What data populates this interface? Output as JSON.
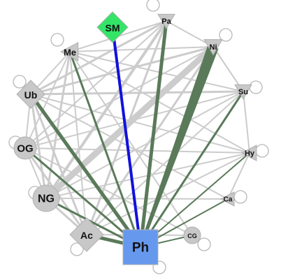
{
  "nodes": [
    {
      "id": "SM",
      "label": "SM",
      "shape": "diamond",
      "fill": "#33e566",
      "self_loop": false
    },
    {
      "id": "Pa",
      "label": "Pa",
      "shape": "triangle-down",
      "fill": "#c8c8c8",
      "self_loop": true
    },
    {
      "id": "Ni",
      "label": "Ni",
      "shape": "triangle-down",
      "fill": "#c8c8c8",
      "self_loop": true
    },
    {
      "id": "Me",
      "label": "Me",
      "shape": "triangle-left",
      "fill": "#c8c8c8",
      "self_loop": true
    },
    {
      "id": "Su",
      "label": "Su",
      "shape": "triangle-down",
      "fill": "#c8c8c8",
      "self_loop": true
    },
    {
      "id": "Ub",
      "label": "Ub",
      "shape": "diamond",
      "fill": "#c8c8c8",
      "self_loop": true
    },
    {
      "id": "OG",
      "label": "OG",
      "shape": "circle",
      "fill": "#c8c8c8",
      "self_loop": true
    },
    {
      "id": "Hy",
      "label": "Hy",
      "shape": "triangle-left",
      "fill": "#c8c8c8",
      "self_loop": true
    },
    {
      "id": "NG",
      "label": "NG",
      "shape": "circle",
      "fill": "#c8c8c8",
      "self_loop": true
    },
    {
      "id": "Ca",
      "label": "Ca",
      "shape": "triangle-left",
      "fill": "#c8c8c8",
      "self_loop": true
    },
    {
      "id": "Ac",
      "label": "Ac",
      "shape": "diamond",
      "fill": "#c8c8c8",
      "self_loop": true
    },
    {
      "id": "CG",
      "label": "CG",
      "shape": "circle",
      "fill": "#c8c8c8",
      "self_loop": true
    },
    {
      "id": "Ph",
      "label": "Ph",
      "shape": "square",
      "fill": "#6699ee",
      "self_loop": true
    }
  ],
  "edges_highlight": [
    {
      "from": "Ph",
      "to": "SM",
      "color": "#1111dd",
      "weight": 4
    },
    {
      "from": "Ph",
      "to": "Ni",
      "color": "#5a7a5a",
      "weight": 16
    },
    {
      "from": "Ph",
      "to": "Pa",
      "color": "#5a7a5a",
      "weight": 5
    },
    {
      "from": "Ph",
      "to": "Me",
      "color": "#5a7a5a",
      "weight": 3
    },
    {
      "from": "Ph",
      "to": "Su",
      "color": "#5a7a5a",
      "weight": 3
    },
    {
      "from": "Ph",
      "to": "Ub",
      "color": "#5a7a5a",
      "weight": 5
    },
    {
      "from": "Ph",
      "to": "OG",
      "color": "#5a7a5a",
      "weight": 3
    },
    {
      "from": "Ph",
      "to": "Hy",
      "color": "#5a7a5a",
      "weight": 2
    },
    {
      "from": "Ph",
      "to": "NG",
      "color": "#5a7a5a",
      "weight": 3
    },
    {
      "from": "Ph",
      "to": "Ca",
      "color": "#5a7a5a",
      "weight": 2
    },
    {
      "from": "Ph",
      "to": "Ac",
      "color": "#5a7a5a",
      "weight": 5
    },
    {
      "from": "Ph",
      "to": "CG",
      "color": "#5a7a5a",
      "weight": 2
    }
  ],
  "edges_background": [
    {
      "from": "Ni",
      "to": "NG",
      "weight": 9
    },
    {
      "from": "Ni",
      "to": "Me",
      "weight": 2
    },
    {
      "from": "Ni",
      "to": "Ub",
      "weight": 3
    },
    {
      "from": "Ni",
      "to": "OG",
      "weight": 2
    },
    {
      "from": "Ni",
      "to": "Ac",
      "weight": 3
    },
    {
      "from": "Ni",
      "to": "Su",
      "weight": 2
    },
    {
      "from": "Pa",
      "to": "Me",
      "weight": 2
    },
    {
      "from": "Pa",
      "to": "Ub",
      "weight": 3
    },
    {
      "from": "Pa",
      "to": "OG",
      "weight": 2
    },
    {
      "from": "Pa",
      "to": "NG",
      "weight": 4
    },
    {
      "from": "Pa",
      "to": "Ac",
      "weight": 3
    },
    {
      "from": "Pa",
      "to": "Ni",
      "weight": 2
    },
    {
      "from": "Me",
      "to": "Su",
      "weight": 2
    },
    {
      "from": "Me",
      "to": "Hy",
      "weight": 2
    },
    {
      "from": "Me",
      "to": "Ub",
      "weight": 2
    },
    {
      "from": "Me",
      "to": "NG",
      "weight": 3
    },
    {
      "from": "Me",
      "to": "Ac",
      "weight": 2
    },
    {
      "from": "Me",
      "to": "OG",
      "weight": 2
    },
    {
      "from": "Me",
      "to": "CG",
      "weight": 2
    },
    {
      "from": "Ub",
      "to": "Su",
      "weight": 3
    },
    {
      "from": "Ub",
      "to": "Hy",
      "weight": 2
    },
    {
      "from": "Ub",
      "to": "NG",
      "weight": 3
    },
    {
      "from": "Ub",
      "to": "Ac",
      "weight": 3
    },
    {
      "from": "Ub",
      "to": "OG",
      "weight": 2
    },
    {
      "from": "Ub",
      "to": "Ca",
      "weight": 2
    },
    {
      "from": "OG",
      "to": "Su",
      "weight": 2
    },
    {
      "from": "OG",
      "to": "Hy",
      "weight": 2
    },
    {
      "from": "OG",
      "to": "Ac",
      "weight": 3
    },
    {
      "from": "OG",
      "to": "NG",
      "weight": 2
    },
    {
      "from": "OG",
      "to": "CG",
      "weight": 2
    },
    {
      "from": "NG",
      "to": "Su",
      "weight": 2
    },
    {
      "from": "NG",
      "to": "Hy",
      "weight": 2
    },
    {
      "from": "NG",
      "to": "Ac",
      "weight": 3
    },
    {
      "from": "NG",
      "to": "Ca",
      "weight": 2
    },
    {
      "from": "Ac",
      "to": "Su",
      "weight": 2
    },
    {
      "from": "Ac",
      "to": "Hy",
      "weight": 2
    },
    {
      "from": "Ac",
      "to": "CG",
      "weight": 2
    },
    {
      "from": "Su",
      "to": "Hy",
      "weight": 2
    },
    {
      "from": "Hy",
      "to": "Ca",
      "weight": 2
    },
    {
      "from": "Su",
      "to": "Ni",
      "weight": 2
    }
  ],
  "colors": {
    "background_edge": "#cccccc",
    "node_stroke": "#b0b0b0",
    "loop_stroke": "#b8b8b8",
    "label": "#111111"
  }
}
